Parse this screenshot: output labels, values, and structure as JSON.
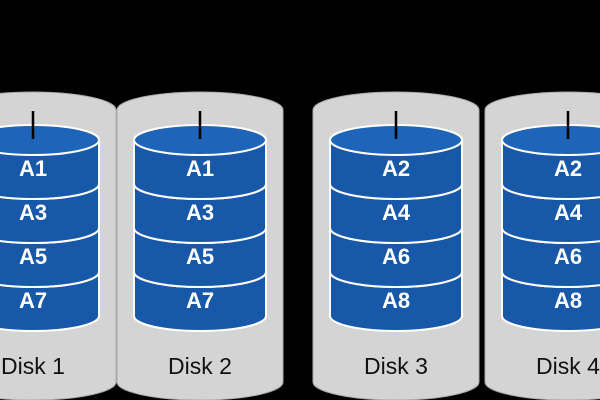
{
  "disks": [
    {
      "label": "Disk 1",
      "blocks": [
        "A1",
        "A3",
        "A5",
        "A7"
      ]
    },
    {
      "label": "Disk 2",
      "blocks": [
        "A1",
        "A3",
        "A5",
        "A7"
      ]
    },
    {
      "label": "Disk 3",
      "blocks": [
        "A2",
        "A4",
        "A6",
        "A8"
      ]
    },
    {
      "label": "Disk 4",
      "blocks": [
        "A2",
        "A4",
        "A6",
        "A8"
      ]
    }
  ],
  "colors": {
    "background": "#000000",
    "casing": "#d4d4d4",
    "casing_edge": "#aaaaaa",
    "block_fill": "#1758a8",
    "block_top": "#1e64b8",
    "block_stroke": "#ffffff",
    "label_text": "#111111",
    "block_text": "#ffffff"
  }
}
